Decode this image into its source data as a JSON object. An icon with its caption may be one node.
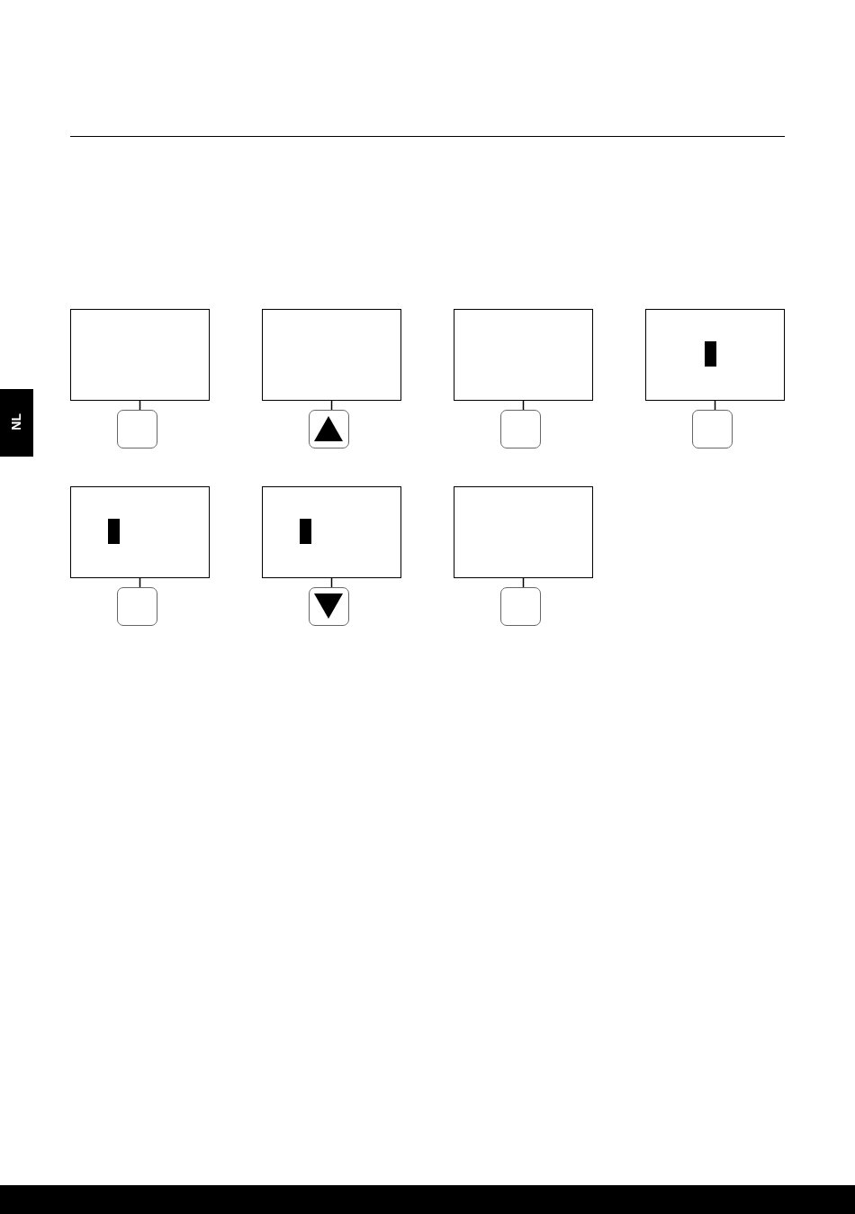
{
  "diagram": {
    "nodes": [
      {
        "text": [],
        "shape": "box"
      },
      {
        "text": [],
        "shape": "box"
      },
      {
        "text": [],
        "shape": "box"
      },
      {
        "text": [],
        "shape": "box"
      },
      {
        "text": [],
        "shape": "box"
      },
      {
        "text": [],
        "shape": "box"
      },
      {
        "text": [],
        "shape": "box"
      },
      {
        "text": [],
        "shape": "box"
      },
      {
        "text": [],
        "shape": "box"
      },
      {
        "text": [],
        "shape": "box"
      },
      {
        "text": [],
        "shape": "box"
      },
      {
        "text": [],
        "shape": "box"
      },
      {
        "text": [],
        "shape": "box"
      },
      {
        "text": [],
        "shape": "box"
      }
    ],
    "edges": [
      {
        "from": 0,
        "to": 1,
        "arrow": "none"
      },
      {
        "from": 2,
        "to": 3,
        "arrow": "none"
      },
      {
        "from": 4,
        "to": 5,
        "arrow": "none"
      },
      {
        "from": 6,
        "to": 7,
        "arrow": "none"
      },
      {
        "from": 8,
        "to": 9,
        "arrow": "none"
      },
      {
        "from": 10,
        "to": 11,
        "arrow": "none"
      },
      {
        "from": 12,
        "to": 13,
        "arrow": "none"
      }
    ],
    "labels": [
      "NL"
    ]
  }
}
